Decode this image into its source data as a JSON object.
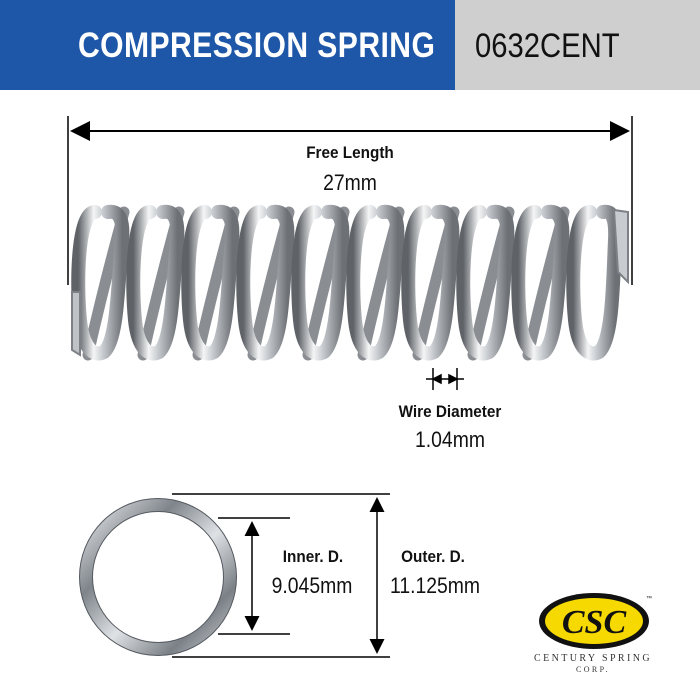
{
  "header": {
    "title": "COMPRESSION SPRING",
    "part_number": "0632CENT",
    "title_bg": "#1f57a8",
    "part_bg": "#cfcfcf"
  },
  "free_length": {
    "label": "Free Length",
    "value": "27mm"
  },
  "wire_diameter": {
    "label": "Wire Diameter",
    "value": "1.04mm"
  },
  "inner_diameter": {
    "label": "Inner. D.",
    "value": "9.045mm"
  },
  "outer_diameter": {
    "label": "Outer. D.",
    "value": "11.125mm"
  },
  "logo": {
    "mark": "CSC",
    "line1": "CENTURY SPRING",
    "line2": "CORP.",
    "colors": {
      "yellow": "#f5d900",
      "black": "#111111"
    }
  }
}
